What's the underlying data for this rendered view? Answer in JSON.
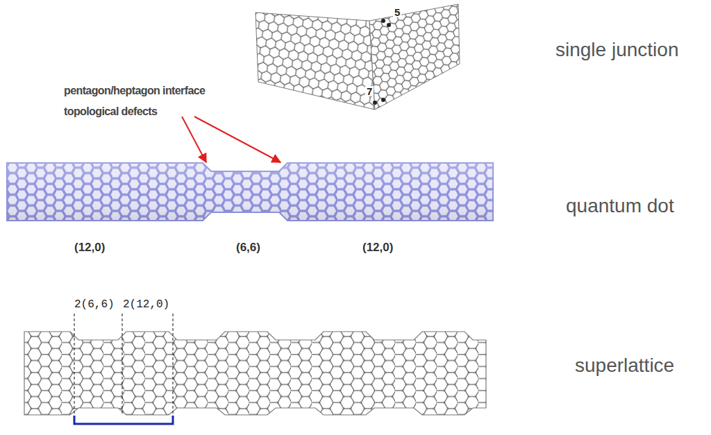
{
  "diagram": {
    "labels": [
      "5",
      "7",
      "single junction",
      "pentagon/heptagon interface topological defects",
      "quantum dot",
      "(12,0)",
      "(6,6)",
      "(12,0)",
      "2(6,6)",
      "2(12,0)",
      "superlattice"
    ]
  }
}
